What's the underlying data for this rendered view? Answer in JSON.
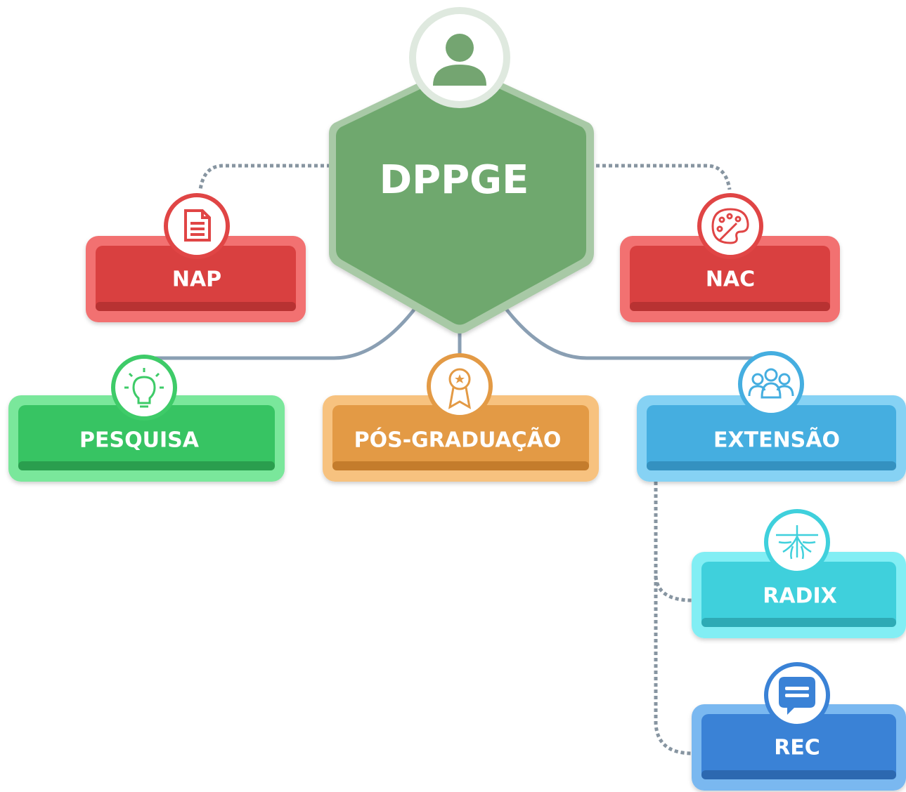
{
  "diagram": {
    "root": {
      "label": "DPPGE",
      "icon": "user-icon",
      "color": "#6fa86e"
    },
    "nodes": {
      "nap": {
        "label": "NAP",
        "icon": "document-icon",
        "color": "#d94040"
      },
      "nac": {
        "label": "NAC",
        "icon": "palette-icon",
        "color": "#d94040"
      },
      "pesquisa": {
        "label": "PESQUISA",
        "icon": "lightbulb-icon",
        "color": "#37c463"
      },
      "pos_graduacao": {
        "label": "PÓS-GRADUAÇÃO",
        "icon": "award-ribbon-icon",
        "color": "#e39a45"
      },
      "extensao": {
        "label": "EXTENSÃO",
        "icon": "group-icon",
        "color": "#45aee0"
      },
      "radix": {
        "label": "RADIX",
        "icon": "roots-icon",
        "color": "#3fd0dc"
      },
      "rec": {
        "label": "REC",
        "icon": "chat-bubble-icon",
        "color": "#3a82d6"
      }
    }
  }
}
